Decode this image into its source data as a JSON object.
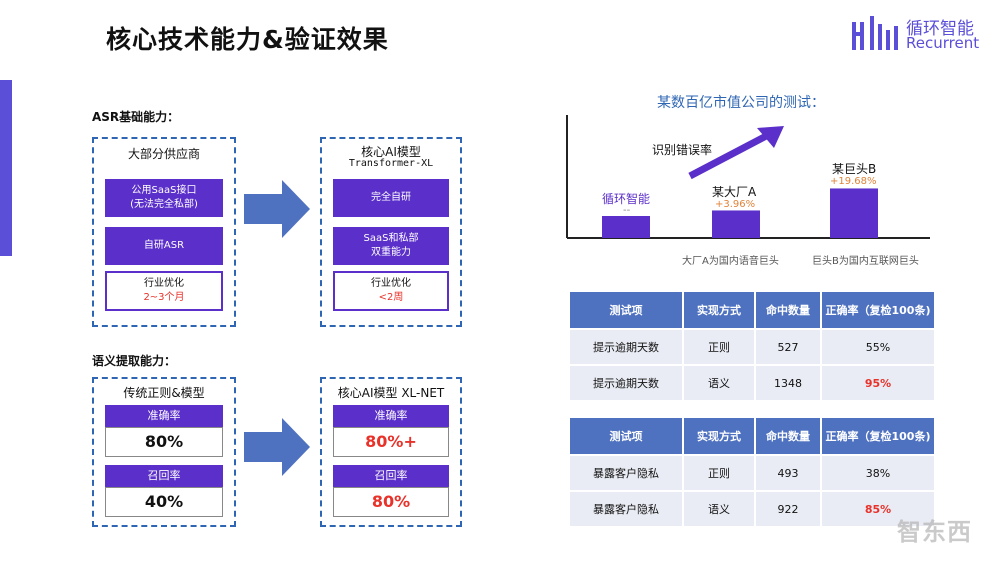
{
  "title": "核心技术能力&验证效果",
  "logo": {
    "cn": "循环智能",
    "en": "Recurrent"
  },
  "asr": {
    "section_label": "ASR基础能力：",
    "left": {
      "heading": "大部分供应商",
      "btn1": [
        "公用SaaS接口",
        "(无法完全私部)"
      ],
      "btn2": "自研ASR",
      "box": [
        "行业优化",
        "2~3个月"
      ]
    },
    "right": {
      "heading": "核心AI模型",
      "subheading": "Transformer-XL",
      "btn1": "完全自研",
      "btn2": [
        "SaaS和私部",
        "双重能力"
      ],
      "box": [
        "行业优化",
        "<2周"
      ]
    }
  },
  "semantic": {
    "section_label": "语义提取能力：",
    "left": {
      "heading": "传统正则&模型",
      "acc_label": "准确率",
      "acc_val": "80%",
      "recall_label": "召回率",
      "recall_val": "40%"
    },
    "right": {
      "heading": "核心AI模型 XL-NET",
      "acc_label": "准确率",
      "acc_val": "80%+",
      "recall_label": "召回率",
      "recall_val": "80%"
    }
  },
  "chart_data": {
    "type": "bar",
    "title": "某数百亿市值公司的测试：",
    "arrow_label": "识别错误率",
    "categories": [
      "循环智能",
      "某大厂A",
      "某巨头B"
    ],
    "values": [
      1.0,
      1.0396,
      1.1968
    ],
    "value_labels": [
      "--",
      "+3.96%",
      "+19.68%"
    ],
    "notes": [
      "大厂A为国内语音巨头",
      "巨头B为国内互联网巨头"
    ]
  },
  "table1": {
    "headers": [
      "测试项",
      "实现方式",
      "命中数量",
      "正确率（复检100条)"
    ],
    "rows": [
      [
        "提示逾期天数",
        "正则",
        "527",
        "55%"
      ],
      [
        "提示逾期天数",
        "语义",
        "1348",
        "95%"
      ]
    ]
  },
  "table2": {
    "headers": [
      "测试项",
      "实现方式",
      "命中数量",
      "正确率（复检100条)"
    ],
    "rows": [
      [
        "暴露客户隐私",
        "正则",
        "493",
        "38%"
      ],
      [
        "暴露客户隐私",
        "语义",
        "922",
        "85%"
      ]
    ]
  },
  "watermark": "智东西",
  "colors": {
    "purple": "#5b2fc9",
    "blue": "#2f66b3",
    "table_head": "#4f72c0",
    "red": "#e8322a"
  }
}
